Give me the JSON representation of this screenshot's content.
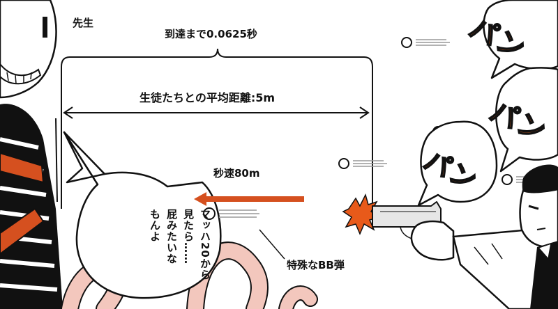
{
  "panel": {
    "character_name": "先生",
    "time_to_arrive": "到達まで0.0625秒",
    "average_distance": "生徒たちとの平均距離:5m",
    "speed": "秒速80m",
    "bullet_name": "特殊なBB弾",
    "speech_lines": [
      "マッハ20から",
      "見たら……",
      "屁みたいな",
      "もんよ"
    ],
    "sound_effects": [
      "パン",
      "パン",
      "パン"
    ]
  },
  "colors": {
    "ink": "#111111",
    "arrow": "#d5501f",
    "sfx": "#f06a1e",
    "muzzle_flash": "#e85a1a",
    "bubble": "#ffffff"
  }
}
